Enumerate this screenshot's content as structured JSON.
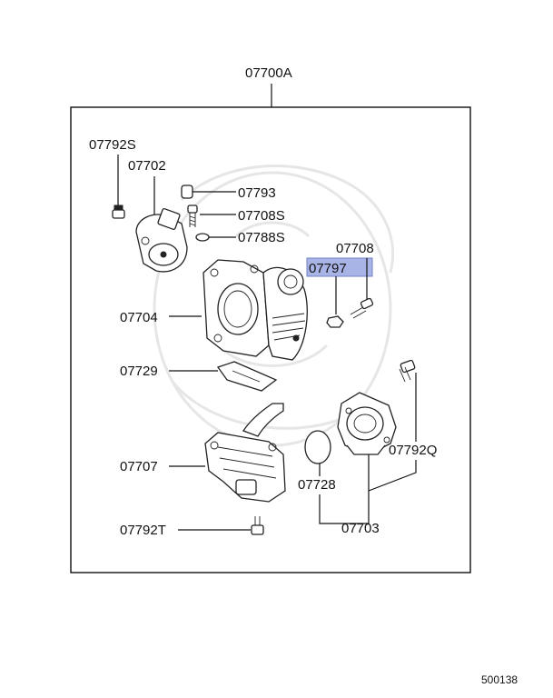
{
  "labels": {
    "assembly": "07700A",
    "p07792S": "07792S",
    "p07702": "07702",
    "p07793": "07793",
    "p07708S": "07708S",
    "p07788S": "07788S",
    "p07708": "07708",
    "p07797": "07797",
    "p07704": "07704",
    "p07729": "07729",
    "p07707": "07707",
    "p07728": "07728",
    "p07792Q": "07792Q",
    "p07703": "07703",
    "p07792T": "07792T"
  },
  "footer": {
    "code": "500138"
  },
  "colors": {
    "highlight": "#a9b4e6",
    "highlight_border": "#6f7fc6",
    "ink": "#111111"
  }
}
